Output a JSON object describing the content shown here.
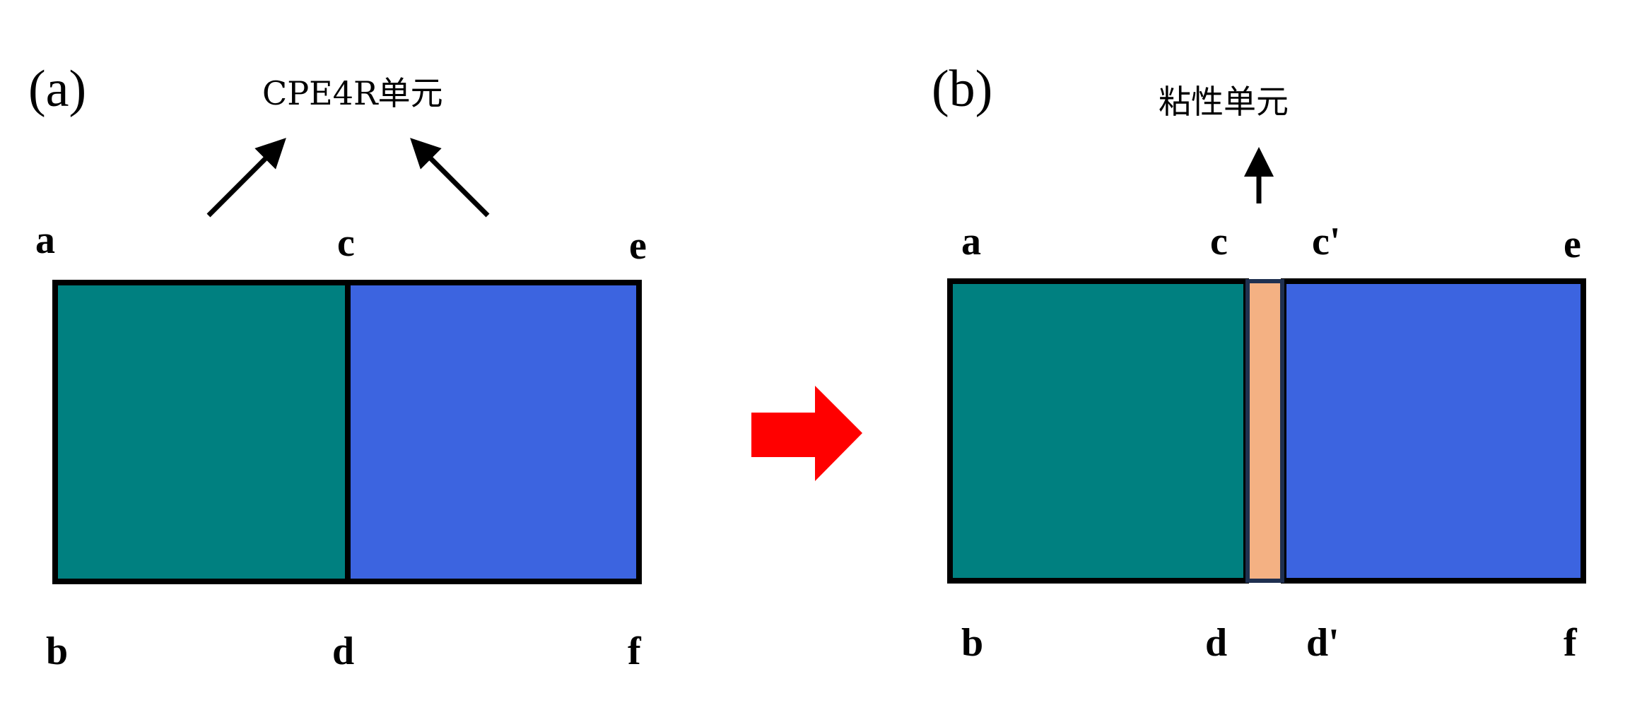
{
  "panel_a": {
    "label": "(a)",
    "caption": "CPE4R单元",
    "nodes": {
      "top": [
        "a",
        "c",
        "e"
      ],
      "bottom": [
        "b",
        "d",
        "f"
      ]
    }
  },
  "panel_b": {
    "label": "(b)",
    "caption": "粘性单元",
    "nodes": {
      "top": [
        "a",
        "c",
        "c'",
        "e"
      ],
      "bottom": [
        "b",
        "d",
        "d'",
        "f"
      ]
    }
  },
  "colors": {
    "left_element": "#008080",
    "right_element": "#3c64e0",
    "cohesive_element": "#f4b183",
    "transition_arrow": "#ff0000"
  }
}
